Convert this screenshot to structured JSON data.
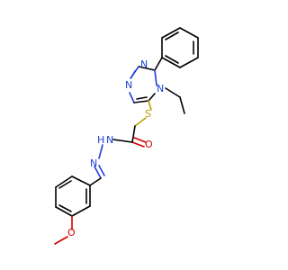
{
  "molecule": {
    "atoms": {
      "n_triazole_1": "N",
      "n_triazole_2": "N",
      "n_triazole_4": "N",
      "sulfur": "S",
      "oxygen_carbonyl": "O",
      "oxygen_methoxy": "O",
      "nh_n": "N",
      "nh_h": "H",
      "n_imine": "N"
    }
  },
  "colors": {
    "carbon_bond": "#000000",
    "nitrogen": "#1f3fd8",
    "oxygen": "#d40000",
    "sulfur": "#b8a000",
    "background": "#ffffff"
  }
}
